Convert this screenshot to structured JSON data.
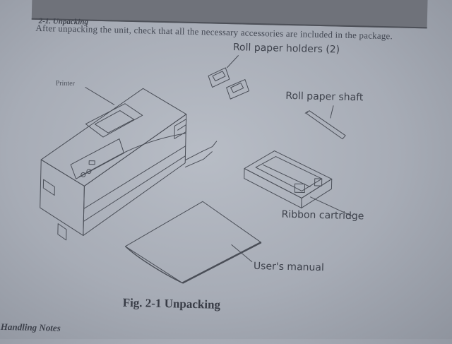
{
  "section": {
    "heading": "2-1. Unpacking",
    "intro": "After unpacking the unit, check that all the necessary accessories are included in the package."
  },
  "figure": {
    "labels": {
      "printer": "Printer",
      "roll_paper_holders": "Roll paper holders (2)",
      "roll_paper_shaft": "Roll paper shaft",
      "ribbon_cartridge": "Ribbon cartridge",
      "users_manual": "User's manual"
    },
    "caption": "Fig. 2-1 Unpacking"
  },
  "footer": {
    "text": "Handling Notes"
  }
}
